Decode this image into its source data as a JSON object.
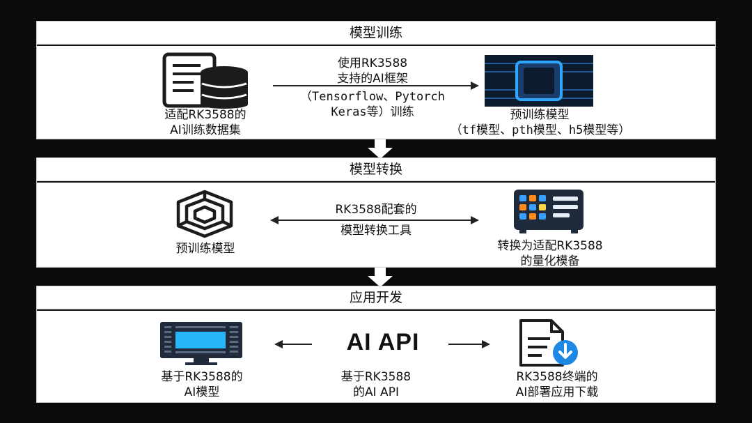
{
  "sections": [
    {
      "title": "模型训练",
      "left_label": [
        "适配RK3588的",
        "AI训练数据集"
      ],
      "arrow_text": [
        "使用RK3588",
        "支持的AI框架",
        "（Tensorflow、Pytorch",
        "Keras等）训练"
      ],
      "right_label": [
        "预训练模型",
        "（tf模型、pth模型、h5模型等）"
      ]
    },
    {
      "title": "模型转换",
      "left_label": [
        "预训练模型"
      ],
      "arrow_text": [
        "RK3588配套的",
        "模型转换工具"
      ],
      "right_label": [
        "转换为适配RK3588",
        "的量化模备"
      ]
    },
    {
      "title": "应用开发",
      "left_label": [
        "基于RK3588的",
        "AI模型"
      ],
      "center_title": "AI API",
      "center_label": [
        "基于RK3588",
        "的AI API"
      ],
      "right_label": [
        "RK3588终端的",
        "AI部署应用下载"
      ]
    }
  ],
  "colors": {
    "background": "#0b0b0b",
    "panel": "#ffffff",
    "accent_blue": "#1e88e5",
    "dark_icon": "#1f2a3a"
  }
}
